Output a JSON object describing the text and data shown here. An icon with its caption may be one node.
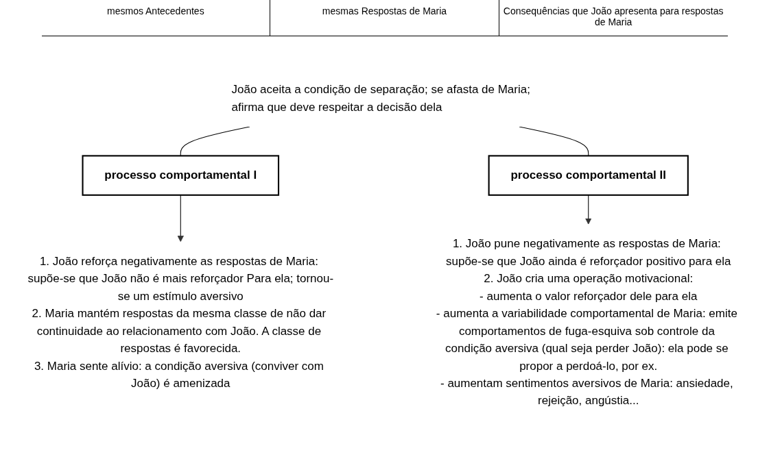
{
  "diagram": {
    "nodes": [
      {
        "text": [
          "João aceita a condição de separação; se afasta de Maria; afirma que deve respeitar a decisão dela"
        ]
      },
      {
        "text": [
          "processo comportamental I"
        ]
      },
      {
        "text": [
          "processo comportamental II"
        ]
      },
      {
        "text": [
          "1. João reforça negativamente as respostas de Maria: supõe-se que João não é mais reforçador Para ela; tornou-se um estímulo aversivo",
          "2. Maria mantém respostas da mesma classe de não dar continuidade ao relacionamento com João. A classe de respostas é favorecida.",
          "3. Maria sente alívio: a condição aversiva (conviver com João) é amenizada"
        ]
      },
      {
        "text": [
          "1. João pune negativamente as respostas de Maria: supõe-se que João ainda é reforçador positivo para ela",
          "2. João cria uma operação motivacional:",
          "- aumenta o valor reforçador dele para ela",
          "- aumenta a variabilidade comportamental de Maria: emite comportamentos de fuga-esquiva sob controle da condição aversiva (qual seja perder João): ela pode se propor a perdoá-lo, por ex.",
          "- aumentam sentimentos aversivos de Maria: ansiedade, rejeição, angústia..."
        ]
      }
    ],
    "edges": [
      {
        "from": 0,
        "to": 1,
        "arrow": "none"
      },
      {
        "from": 0,
        "to": 2,
        "arrow": "none"
      },
      {
        "from": 1,
        "to": 3,
        "arrow": "to"
      },
      {
        "from": 2,
        "to": 4,
        "arrow": "to"
      }
    ],
    "labels": [
      "mesmos Antecedentes",
      "mesmas Respostas de Maria",
      "Consequências que João apresenta para respostas de Maria"
    ]
  }
}
